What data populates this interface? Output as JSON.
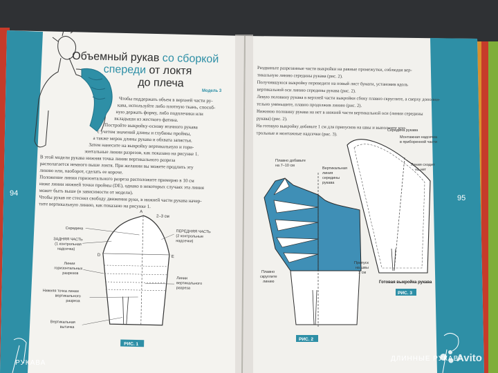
{
  "colors": {
    "teal": "#2e8fa6",
    "teal_dark": "#1f7288",
    "page": "#f4f3ef",
    "text": "#3a3a3a",
    "pattern_fill": "#3f8fb6",
    "red_book_edge": "#c63b2a",
    "orange_book_edge": "#e88a2a"
  },
  "left_page": {
    "title_line1_dark": "Объемный рукав ",
    "title_line1_teal": "со сборкой",
    "title_line2_teal": "спереди",
    "title_line2_dark": " от локтя",
    "title_line3": "до плеча",
    "model_label": "Модель 3",
    "page_number": "94",
    "footer_label": "РУКАВА",
    "paragraphs": [
      "Чтобы поддержать объем в верхней части ру-",
      "кава, используйте либо плотную ткань, способ-",
      "ную держать форму, либо подплечики или",
      "вкладыши из жесткого фатина.",
      "Постройте выкройку-основу втачного рукава",
      "с учетом значений длины и глубины проймы,",
      "а также мерок длины рукава и обхвата запястья.",
      "Затем нанесите на выкройку вертикальную и гори-",
      "зонтальные линии разрезов, как показано на рисунке 1.",
      "В этой модели рукава нижняя точка линии вертикального разреза",
      "располагается немного выше локтя. При желании вы можете продлить эту",
      "линию или, наоборот, сделать ее короче.",
      "Положение линии горизонтального разреза расположите примерно в 10 см",
      "ниже линии нижней точки проймы (DE), однако в некоторых случаях эта линия",
      "может быть выше (в зависимости от модели).",
      "Чтобы рукав не стеснял свободу движения руки, в нижней части рукава начер-",
      "тите вертикальную линию, как показано на рисунке 1."
    ],
    "figure": {
      "label": "РИС. 1",
      "point_a": "A",
      "point_d": "D",
      "point_e": "E",
      "dim": "2–3 см",
      "l_seredina": "Середина",
      "l_back_1": "ЗАДНЯЯ ЧАСТЬ",
      "l_back_2": "(1 контрольная",
      "l_back_3": "надсечка)",
      "l_front_1": "ПЕРЕДНЯЯ ЧАСТЬ",
      "l_front_2": "(2 контрольные",
      "l_front_3": "надсечки)",
      "l_horiz_1": "Линии",
      "l_horiz_2": "горизонтальных",
      "l_horiz_3": "разрезов",
      "l_vert_1": "Линии",
      "l_vert_2": "вертикального",
      "l_vert_3": "разреза",
      "l_low_1": "Нижняя точка линии",
      "l_low_2": "вертикального",
      "l_low_3": "разреза",
      "l_dart_1": "Вертикальная",
      "l_dart_2": "вытачка"
    }
  },
  "right_page": {
    "page_number": "95",
    "footer_label": "ДЛИННЫЕ РУКАВА",
    "paragraphs": [
      "Раздвиньте разрезанные части выкройки на равные промежутки, соблюдая вер-",
      "тикальную линию середины рукава (рис. 2).",
      "Получившуюся выкройку переведите на новый лист бумаги, установив вдоль",
      "вертикальной оси линию середины рукава (рис. 2).",
      "Левую половину рукава в верхней части выкройки сбоку плавно скруглите, а сверху дополни-",
      "тельно уменьшите, плавно продолжив линию (рис. 2).",
      "Нижнюю половину рукава на нет в нижней части вертикальной оси (линии середины",
      "рукава) (рис. 2).",
      "На готовую выкройку добавьте 1 см для припусков на швы и выполните кон-",
      "трольные и монтажные надсечки (рис. 3)."
    ],
    "figure2": {
      "label": "РИС. 2",
      "l_add_1": "Плавно добавьте",
      "l_add_2": "на 7–10 см",
      "l_mid_1": "Вертикальная",
      "l_mid_2": "линия",
      "l_mid_3": "середины",
      "l_mid_4": "рукава",
      "l_round_1": "Плавно",
      "l_round_2": "скруглите",
      "l_round_3": "линию"
    },
    "figure3": {
      "label": "РИС. 3",
      "l_center": "Середина рукава",
      "l_notch_1": "Монтажная надсечка",
      "l_notch_2": "в приборенной части",
      "l_zero_1": "Линия сходит",
      "l_zero_2": "на нет",
      "l_seam_1": "Припуск",
      "l_seam_2": "на швы",
      "l_seam_3": "1 см",
      "caption": "Готовая выкройка рукава"
    }
  },
  "watermark": "Avito"
}
